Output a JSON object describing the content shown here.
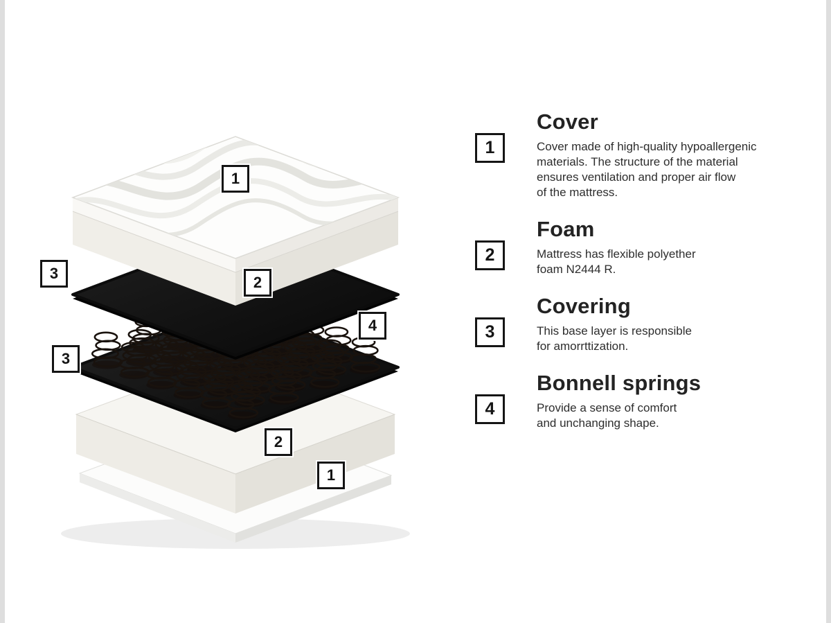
{
  "page": {
    "background": "#ffffff",
    "side_bar_color": "#dedede",
    "accent_black": "#141414"
  },
  "diagram": {
    "markers": [
      {
        "label": "1"
      },
      {
        "label": "2"
      },
      {
        "label": "3"
      },
      {
        "label": "4"
      },
      {
        "label": "3"
      },
      {
        "label": "2"
      },
      {
        "label": "1"
      }
    ]
  },
  "legend": {
    "items": [
      {
        "num": "1",
        "title": "Cover",
        "desc": "Cover made of high-quality hypoallergenic\nmaterials. The structure of the material\nensures ventilation and proper air flow\nof the mattress."
      },
      {
        "num": "2",
        "title": "Foam",
        "desc": "Mattress has flexible polyether\nfoam N2444 R."
      },
      {
        "num": "3",
        "title": "Covering",
        "desc": "This base layer is responsible\nfor amorrttization."
      },
      {
        "num": "4",
        "title": "Bonnell springs",
        "desc": "Provide a sense of comfort\nand unchanging shape."
      }
    ]
  }
}
